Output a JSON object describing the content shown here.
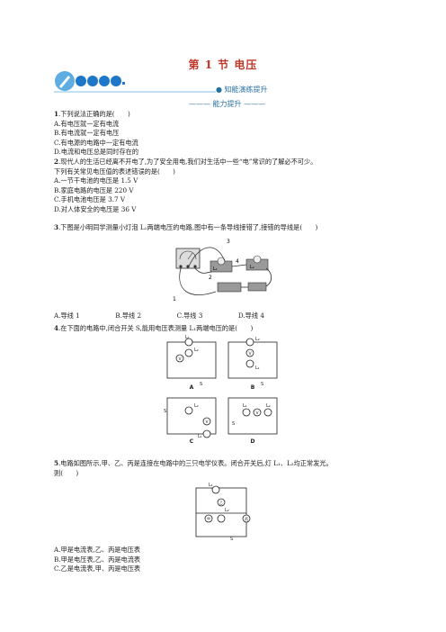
{
  "header": {
    "title": "第 1 节   电压",
    "badge": "知能演练提升",
    "subtitle": "能力提升"
  },
  "questions": [
    {
      "num": "1",
      "stem": ".下列说法正确的是(　　)",
      "options": [
        "A.有电压就一定有电流",
        "B.有电流就一定有电压",
        "C.有电源的电路中一定有电流",
        "D.电流和电压总是同时存在的"
      ]
    },
    {
      "num": "2",
      "stem": ".现代人的生活已经离不开电了,为了安全用电,我们对生活中一些“电”常识的了解必不可少。",
      "stem2": "下列有关常见电压值的表述错误的是(　　)",
      "options": [
        "A.一节干电池的电压是 1.5 V",
        "B.家庭电路的电压是 220 V",
        "C.手机电池电压是 3.7 V",
        "D.对人体安全的电压是 36 V"
      ]
    },
    {
      "num": "3",
      "stem": ".下图是小明同学测量小灯泡 L₁两端电压的电路,图中有一条导线接错了,接错的导线是(　　)",
      "options": [
        "A.导线 1",
        "B.导线 2",
        "C.导线 3",
        "D.导线 4"
      ]
    },
    {
      "num": "4",
      "stem": ".在下面的电路中,闭合开关 S,能用电压表测量 L₁两端电压的是(　　)"
    },
    {
      "num": "5",
      "stem": ".电路如图所示,甲、乙、丙是连接在电路中的三只电学仪表。闭合开关后,灯 L₁、L₂均正常发光。",
      "stem2": "则(　　)",
      "options": [
        "A.甲是电流表,乙、丙是电压表",
        "B.甲是电压表,乙、丙是电流表",
        "C.乙是电流表,甲、丙是电压表"
      ]
    }
  ],
  "figures": {
    "q3": {
      "wires": [
        "1",
        "2",
        "3",
        "4"
      ],
      "lamp": "L₁",
      "lamp2": "L₂"
    },
    "q4": {
      "labels": [
        "A",
        "B",
        "C",
        "D"
      ],
      "lamp1": "L₁",
      "lamp2": "L₂",
      "switch": "S",
      "meter": "V"
    },
    "q5": {
      "lamp1": "L₁",
      "lamp2": "L₂",
      "meters": [
        "甲",
        "乙",
        "丙"
      ],
      "switch": "S"
    }
  }
}
